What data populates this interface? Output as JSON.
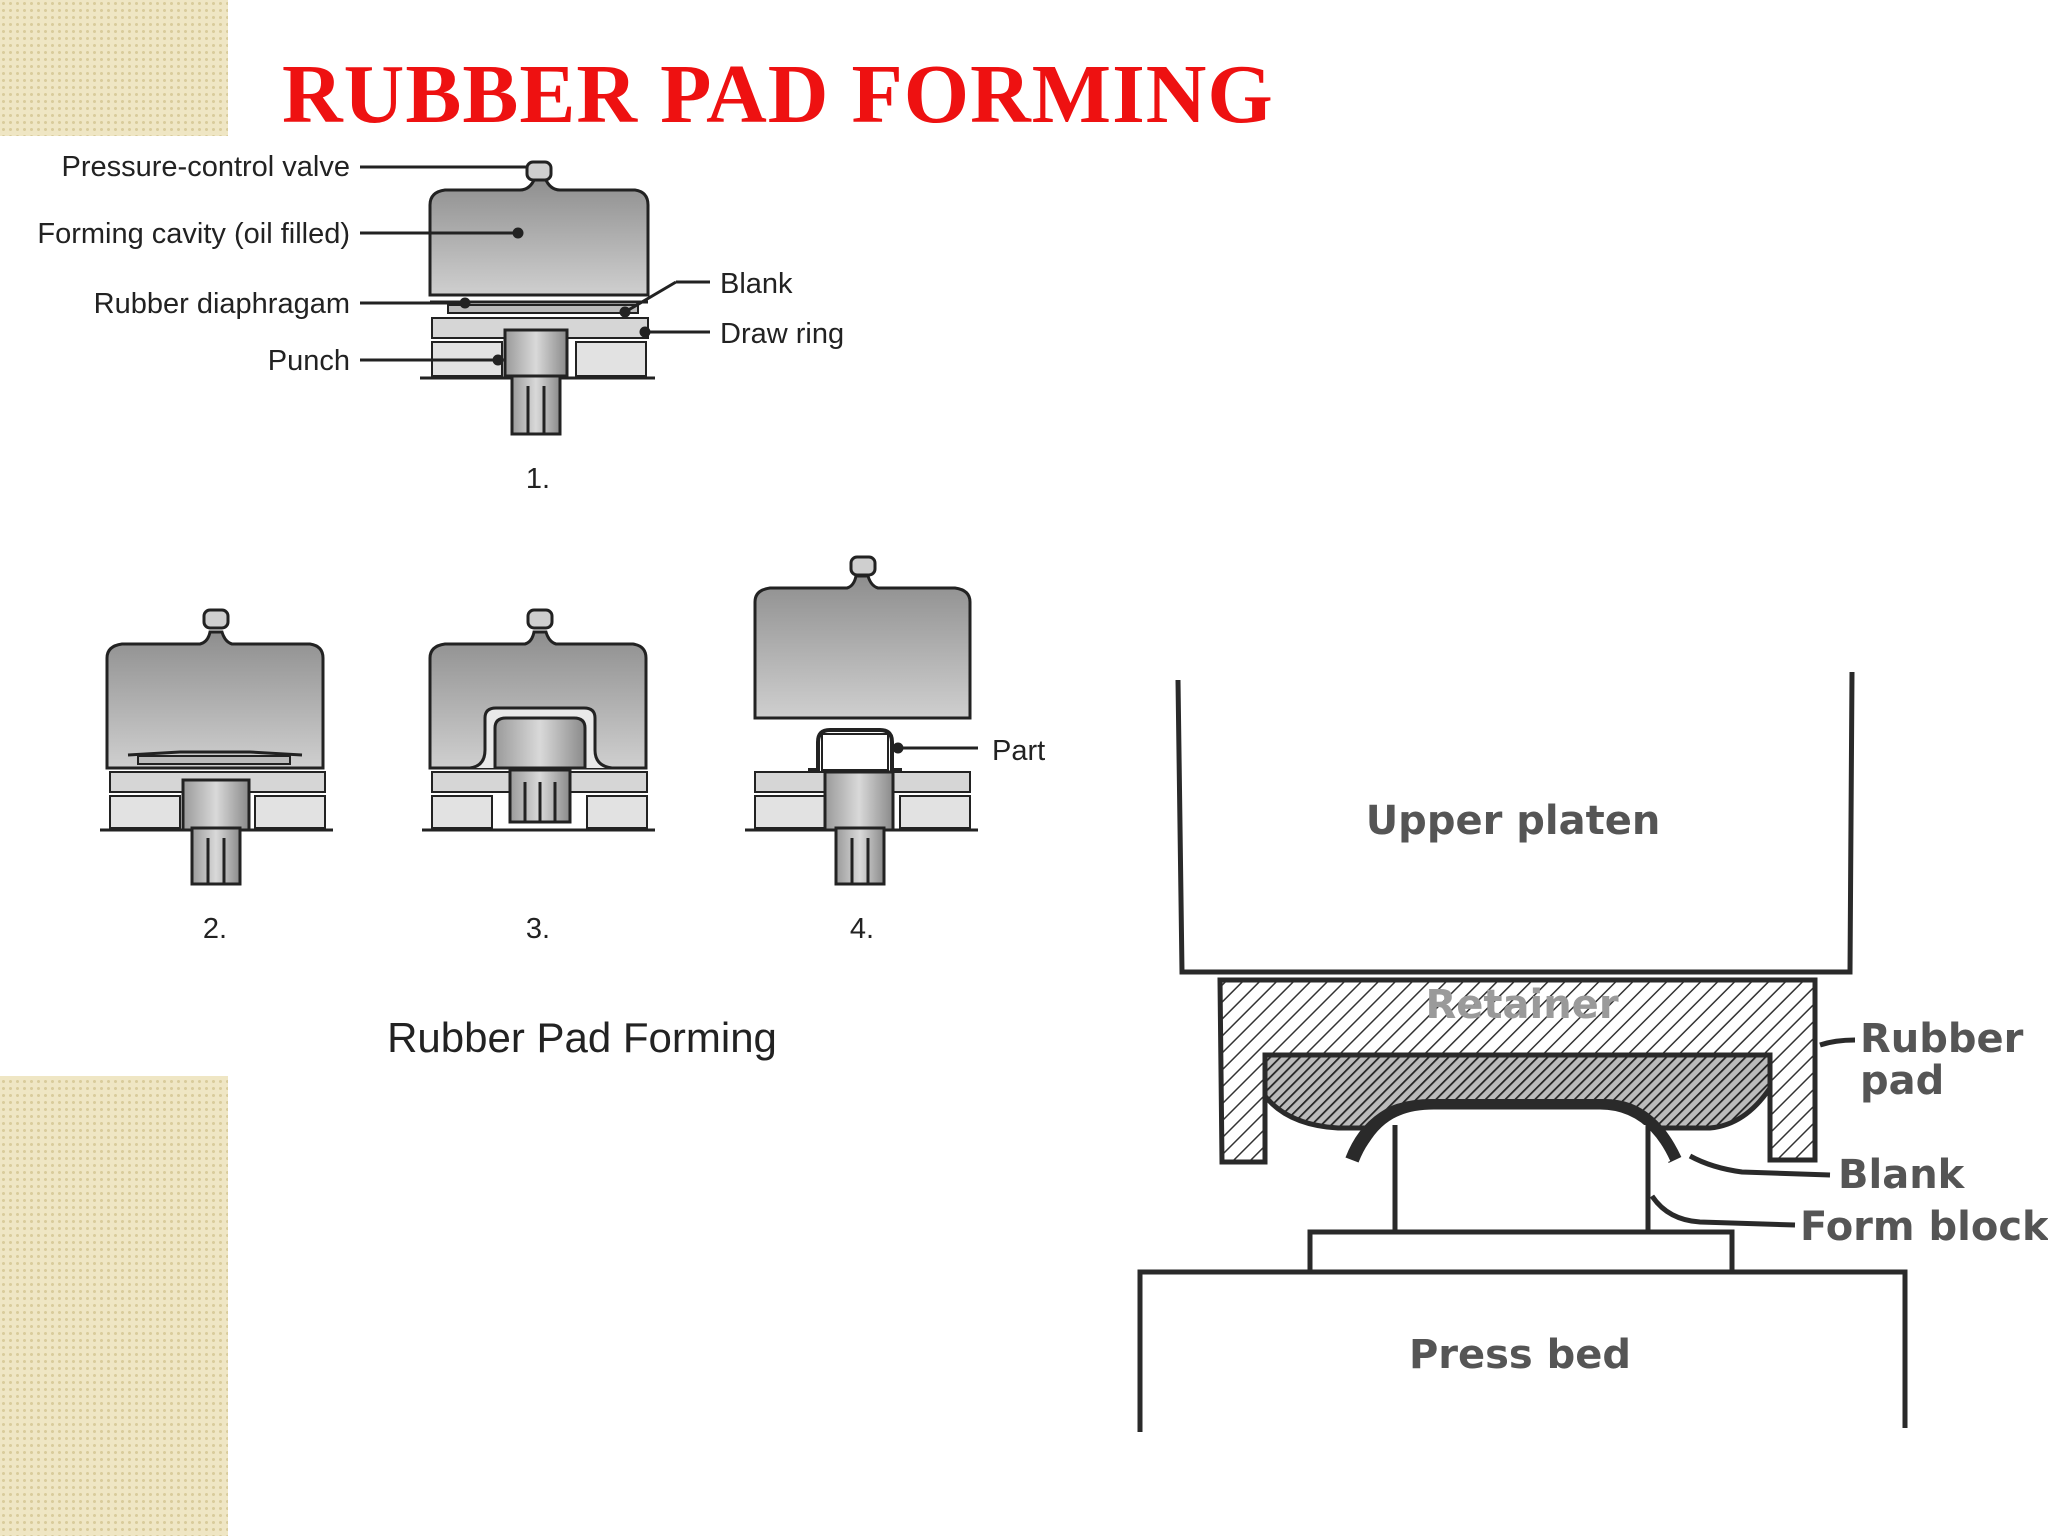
{
  "title": "RUBBER PAD FORMING",
  "diagram_a": {
    "labels": {
      "pressure_control_valve": "Pressure-control valve",
      "forming_cavity": "Forming cavity (oil filled)",
      "rubber_diaphragm": "Rubber diaphragam",
      "punch": "Punch",
      "blank": "Blank",
      "draw_ring": "Draw ring",
      "part": "Part"
    },
    "steps": [
      "1.",
      "2.",
      "3.",
      "4."
    ],
    "caption": "Rubber Pad Forming"
  },
  "diagram_b": {
    "labels": {
      "upper_platen": "Upper platen",
      "retainer": "Retainer",
      "rubber_pad_line1": "Rubber",
      "rubber_pad_line2": "pad",
      "blank": "Blank",
      "form_block": "Form block",
      "press_bed": "Press bed"
    }
  }
}
